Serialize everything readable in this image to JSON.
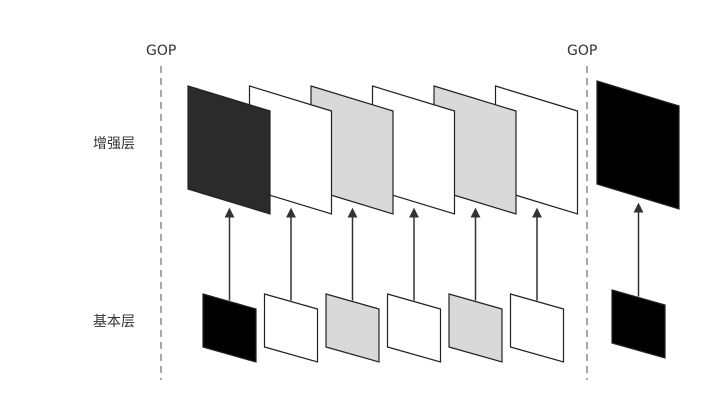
{
  "labels": {
    "gop_left": "GOP",
    "gop_right": "GOP",
    "enhancement_layer": "增强层",
    "base_layer": "基本层"
  },
  "colors": {
    "black": "#000000",
    "dark": "#2b2b2b",
    "gray": "#d9d9d9",
    "white": "#ffffff",
    "stroke": "#222222",
    "divider": "#888888",
    "arrow": "#333333"
  },
  "diagram": {
    "groups": [
      {
        "name": "gop-1",
        "frames": [
          {
            "enhancement_fill": "dark",
            "base_fill": "black"
          },
          {
            "enhancement_fill": "white",
            "base_fill": "white"
          },
          {
            "enhancement_fill": "gray",
            "base_fill": "gray"
          },
          {
            "enhancement_fill": "white",
            "base_fill": "white"
          },
          {
            "enhancement_fill": "gray",
            "base_fill": "gray"
          },
          {
            "enhancement_fill": "white",
            "base_fill": "white"
          }
        ]
      },
      {
        "name": "gop-2",
        "frames": [
          {
            "enhancement_fill": "black",
            "base_fill": "black"
          }
        ]
      }
    ]
  }
}
